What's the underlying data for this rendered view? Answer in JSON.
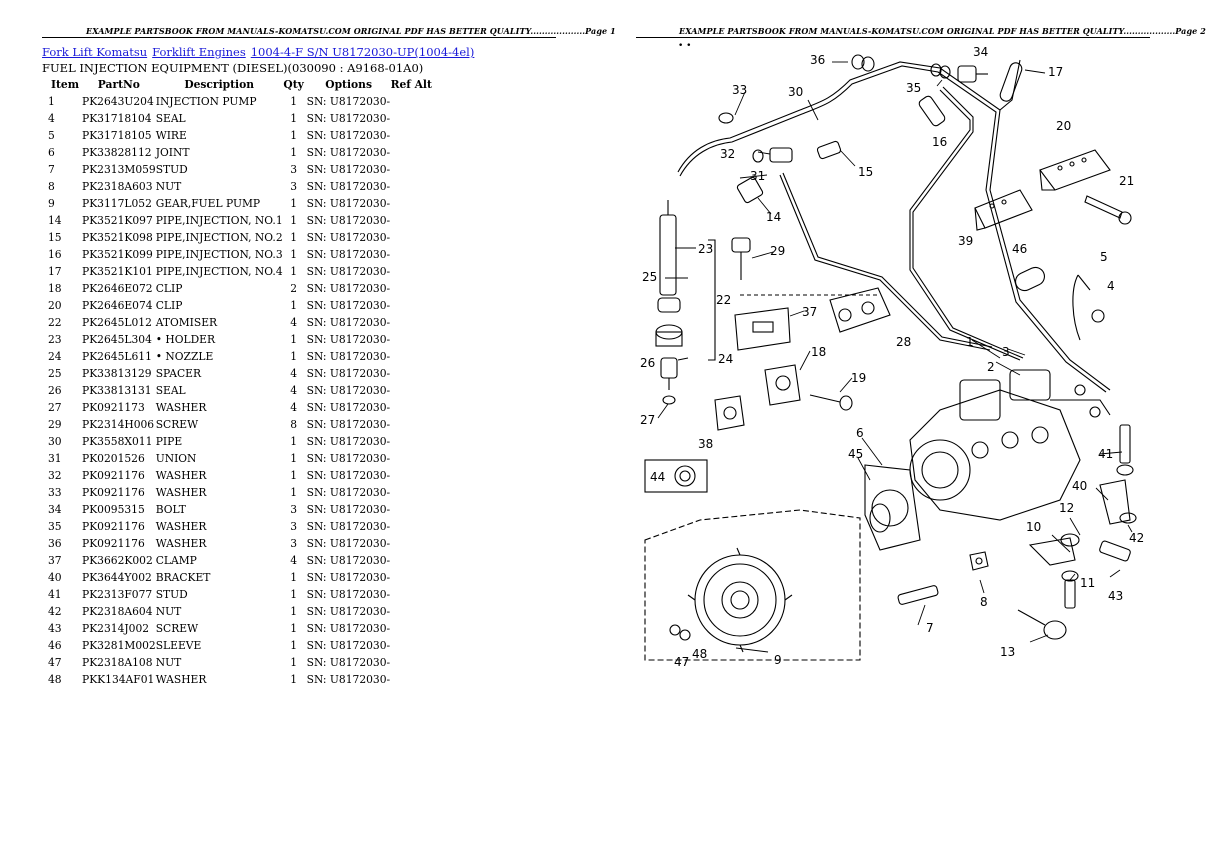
{
  "header": {
    "left": "EXAMPLE PARTSBOOK FROM MANUALS-KOMATSU.COM ORIGINAL PDF HAS BETTER QUALITY...................Page 1",
    "right": "EXAMPLE PARTSBOOK FROM MANUALS-KOMATSU.COM ORIGINAL PDF HAS BETTER QUALITY..................Page 2"
  },
  "breadcrumb": {
    "link1": "Fork Lift Komatsu",
    "link2": "Forklift Engines",
    "link3": "1004-4-F S/N U8172030-UP(1004-4el)"
  },
  "subtitle": "FUEL INJECTION EQUIPMENT (DIESEL)(030090 : A9168-01A0)",
  "table": {
    "headers": {
      "item": "Item",
      "partno": "PartNo",
      "desc": "Description",
      "qty": "Qty",
      "options": "Options",
      "ref": "Ref Alt"
    },
    "rows": [
      {
        "item": "1",
        "partno": "PK2643U204",
        "desc": "INJECTION PUMP",
        "qty": "1",
        "options": "SN: U8172030-"
      },
      {
        "item": "4",
        "partno": "PK31718104",
        "desc": "SEAL",
        "qty": "1",
        "options": "SN: U8172030-"
      },
      {
        "item": "5",
        "partno": "PK31718105",
        "desc": "WIRE",
        "qty": "1",
        "options": "SN: U8172030-"
      },
      {
        "item": "6",
        "partno": "PK33828112",
        "desc": "JOINT",
        "qty": "1",
        "options": "SN: U8172030-"
      },
      {
        "item": "7",
        "partno": "PK2313M059",
        "desc": "STUD",
        "qty": "3",
        "options": "SN: U8172030-"
      },
      {
        "item": "8",
        "partno": "PK2318A603",
        "desc": "NUT",
        "qty": "3",
        "options": "SN: U8172030-"
      },
      {
        "item": "9",
        "partno": "PK3117L052",
        "desc": "GEAR,FUEL PUMP",
        "qty": "1",
        "options": "SN: U8172030-"
      },
      {
        "item": "14",
        "partno": "PK3521K097",
        "desc": "PIPE,INJECTION, NO.1",
        "qty": "1",
        "options": "SN: U8172030-"
      },
      {
        "item": "15",
        "partno": "PK3521K098",
        "desc": "PIPE,INJECTION, NO.2",
        "qty": "1",
        "options": "SN: U8172030-"
      },
      {
        "item": "16",
        "partno": "PK3521K099",
        "desc": "PIPE,INJECTION, NO.3",
        "qty": "1",
        "options": "SN: U8172030-"
      },
      {
        "item": "17",
        "partno": "PK3521K101",
        "desc": "PIPE,INJECTION, NO.4",
        "qty": "1",
        "options": "SN: U8172030-"
      },
      {
        "item": "18",
        "partno": "PK2646E072",
        "desc": "CLIP",
        "qty": "2",
        "options": "SN: U8172030-"
      },
      {
        "item": "20",
        "partno": "PK2646E074",
        "desc": "CLIP",
        "qty": "1",
        "options": "SN: U8172030-"
      },
      {
        "item": "22",
        "partno": "PK2645L012",
        "desc": "ATOMISER",
        "qty": "4",
        "options": "SN: U8172030-"
      },
      {
        "item": "23",
        "partno": "PK2645L304",
        "desc": "• HOLDER",
        "qty": "1",
        "options": "SN: U8172030-"
      },
      {
        "item": "24",
        "partno": "PK2645L611",
        "desc": "• NOZZLE",
        "qty": "1",
        "options": "SN: U8172030-"
      },
      {
        "item": "25",
        "partno": "PK33813129",
        "desc": "SPACER",
        "qty": "4",
        "options": "SN: U8172030-"
      },
      {
        "item": "26",
        "partno": "PK33813131",
        "desc": "SEAL",
        "qty": "4",
        "options": "SN: U8172030-"
      },
      {
        "item": "27",
        "partno": "PK0921173",
        "desc": "WASHER",
        "qty": "4",
        "options": "SN: U8172030-"
      },
      {
        "item": "29",
        "partno": "PK2314H006",
        "desc": "SCREW",
        "qty": "8",
        "options": "SN: U8172030-"
      },
      {
        "item": "30",
        "partno": "PK3558X011",
        "desc": "PIPE",
        "qty": "1",
        "options": "SN: U8172030-"
      },
      {
        "item": "31",
        "partno": "PK0201526",
        "desc": "UNION",
        "qty": "1",
        "options": "SN: U8172030-"
      },
      {
        "item": "32",
        "partno": "PK0921176",
        "desc": "WASHER",
        "qty": "1",
        "options": "SN: U8172030-"
      },
      {
        "item": "33",
        "partno": "PK0921176",
        "desc": "WASHER",
        "qty": "1",
        "options": "SN: U8172030-"
      },
      {
        "item": "34",
        "partno": "PK0095315",
        "desc": "BOLT",
        "qty": "3",
        "options": "SN: U8172030-"
      },
      {
        "item": "35",
        "partno": "PK0921176",
        "desc": "WASHER",
        "qty": "3",
        "options": "SN: U8172030-"
      },
      {
        "item": "36",
        "partno": "PK0921176",
        "desc": "WASHER",
        "qty": "3",
        "options": "SN: U8172030-"
      },
      {
        "item": "37",
        "partno": "PK3662K002",
        "desc": "CLAMP",
        "qty": "4",
        "options": "SN: U8172030-"
      },
      {
        "item": "40",
        "partno": "PK3644Y002",
        "desc": "BRACKET",
        "qty": "1",
        "options": "SN: U8172030-"
      },
      {
        "item": "41",
        "partno": "PK2313F077",
        "desc": "STUD",
        "qty": "1",
        "options": "SN: U8172030-"
      },
      {
        "item": "42",
        "partno": "PK2318A604",
        "desc": "NUT",
        "qty": "1",
        "options": "SN: U8172030-"
      },
      {
        "item": "43",
        "partno": "PK2314J002",
        "desc": "SCREW",
        "qty": "1",
        "options": "SN: U8172030-"
      },
      {
        "item": "46",
        "partno": "PK3281M002",
        "desc": "SLEEVE",
        "qty": "1",
        "options": "SN: U8172030-"
      },
      {
        "item": "47",
        "partno": "PK2318A108",
        "desc": "NUT",
        "qty": "1",
        "options": "SN: U8172030-"
      },
      {
        "item": "48",
        "partno": "PKK134AF01",
        "desc": "WASHER",
        "qty": "1",
        "options": "SN: U8172030-"
      }
    ]
  },
  "diagram": {
    "callouts": [
      "1",
      "2",
      "3",
      "4",
      "5",
      "6",
      "7",
      "8",
      "9",
      "10",
      "11",
      "12",
      "13",
      "14",
      "15",
      "16",
      "17",
      "18",
      "19",
      "20",
      "21",
      "22",
      "23",
      "24",
      "25",
      "26",
      "27",
      "28",
      "29",
      "30",
      "31",
      "32",
      "33",
      "34",
      "35",
      "36",
      "37",
      "38",
      "39",
      "40",
      "41",
      "42",
      "43",
      "44",
      "45",
      "46",
      "47",
      "48"
    ]
  }
}
